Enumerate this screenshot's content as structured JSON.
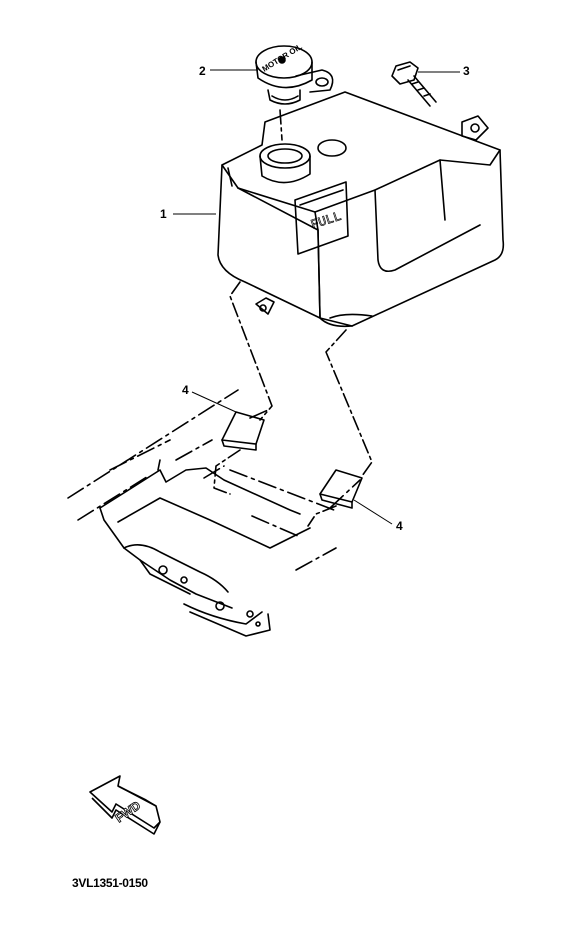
{
  "diagram": {
    "callouts": [
      {
        "id": "1",
        "label": "1"
      },
      {
        "id": "2",
        "label": "2"
      },
      {
        "id": "3",
        "label": "3"
      },
      {
        "id": "4a",
        "label": "4"
      },
      {
        "id": "4b",
        "label": "4"
      }
    ],
    "tank_marking": "FULL",
    "cap_marking": "MOTOR OIL",
    "fwd_arrow_text": "FWD",
    "diagram_code": "3VL1351-0150"
  },
  "colors": {
    "line": "#000000",
    "background": "#ffffff"
  }
}
